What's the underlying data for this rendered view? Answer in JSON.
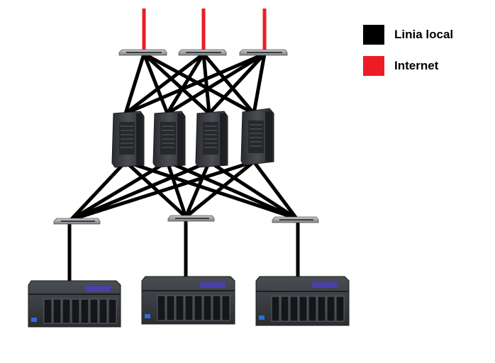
{
  "legend": {
    "items": [
      {
        "label": "Linia local",
        "color": "#000000"
      },
      {
        "label": "Internet",
        "color": "#ed1c24"
      }
    ]
  },
  "colors": {
    "local_line": "#000000",
    "internet_line": "#ed1c24",
    "device_body": "#3a3d42",
    "switch_body": "#9a9ca0",
    "nas_display": "#4b3fa8"
  },
  "topology": {
    "top_switches": [
      "switch-1",
      "switch-2",
      "switch-3"
    ],
    "servers": [
      "server-1",
      "server-2",
      "server-3",
      "server-4"
    ],
    "bottom_switches": [
      "switch-4",
      "switch-5",
      "switch-6"
    ],
    "nas_units": [
      "nas-1",
      "nas-2",
      "nas-3"
    ],
    "nas_drive_bays_each": 8
  }
}
